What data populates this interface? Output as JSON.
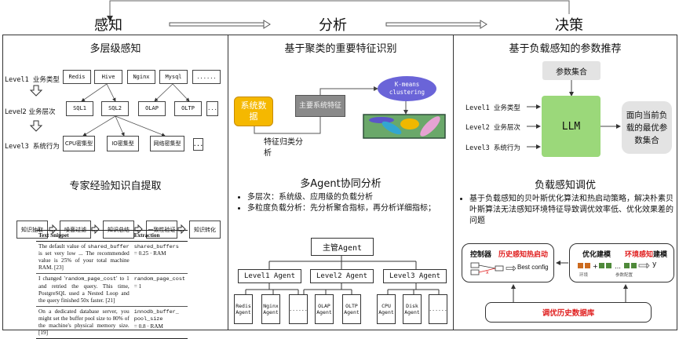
{
  "stages": {
    "perception": "感知",
    "analysis": "分析",
    "decision": "决策"
  },
  "left": {
    "multilevel": {
      "title": "多层级感知",
      "levels": [
        {
          "label": "Level1 业务类型",
          "items": [
            "Redis",
            "Hive",
            "Nginx",
            "Mysql",
            "......"
          ]
        },
        {
          "label": "Level2 业务层次",
          "items": [
            "SQL1",
            "SQL2",
            "OLAP",
            "OLTP",
            "..."
          ]
        },
        {
          "label": "Level3 系统行为",
          "items": [
            "CPU密集型",
            "IO密集型",
            "网络密集型",
            "..."
          ]
        }
      ]
    },
    "expert": {
      "title": "专家经验知识自提取",
      "pipeline": [
        "知识抽取",
        "噪音过滤",
        "知识总结",
        "一致性验证",
        "知识转化"
      ],
      "table": {
        "headers": [
          "Text Snippet",
          "Extraction"
        ],
        "rows": [
          {
            "snippet_pre": "The default value of ",
            "snippet_code": "shared_buffer",
            "snippet_post": " is set very low ... The recommended value is 25% of your total machine RAM. [23]",
            "extraction_code": "shared_buffers",
            "extraction_expr": "= 0.25 · RAM"
          },
          {
            "snippet_pre": "I changed '",
            "snippet_code": "random_page_cost",
            "snippet_post": "' to 1 and retried the query. This time, PostgreSQL used a Nested Loop and the query finished 50x faster. [21]",
            "extraction_code": "random_page_cost",
            "extraction_expr": "= 1"
          },
          {
            "snippet_pre": "On a dedicated database server, you might set the buffer pool size to 80% of the machine's physical memory size. [19]",
            "snippet_code": "",
            "snippet_post": "",
            "extraction_code": "innodb_buffer_ pool_size",
            "extraction_expr": "= 0.8 · RAM"
          }
        ]
      }
    }
  },
  "middle": {
    "clustering": {
      "title": "基于聚类的重要特征识别",
      "system_data": "系统数据",
      "main_features": "主要系统特征",
      "feature_analysis": "特征归类分析",
      "kmeans": "K-means clustering"
    },
    "multiagent": {
      "title": "多Agent协同分析",
      "bullets": [
        "多层次：系统级、应用级的负载分析",
        "多粒度负载分析：先分析聚合指标，再分析详细指标；"
      ],
      "manager": "主管Agent",
      "groups": [
        {
          "label": "Level1  Agent",
          "children": [
            "Redis Agent",
            "Nginx Agent",
            "......"
          ]
        },
        {
          "label": "Level2  Agent",
          "children": [
            "OLAP Agent",
            "OLTP Agent"
          ]
        },
        {
          "label": "Level3  Agent",
          "children": [
            "CPU Agent",
            "Disk Agent",
            "......"
          ]
        }
      ]
    }
  },
  "right": {
    "recommend": {
      "title": "基于负载感知的参数推荐",
      "param_set": "参数集合",
      "llm": "LLM",
      "inputs": [
        "Level1 业务类型",
        "Level2 业务层次",
        "Level3 系统行为"
      ],
      "output": "面向当前负载的最优参数集合"
    },
    "tuning": {
      "title": "负载感知调优",
      "bullets": [
        "基于负载感知的贝叶斯优化算法和热启动策略，解决朴素贝叶斯算法无法感知环境特征导致调优效率低、优化效果差的问题"
      ],
      "controller": "控制器",
      "warm_start": "历史感知热启动",
      "best_config": "Best config",
      "optimizer": "优化建模",
      "env_aware": "环境感知",
      "env_aware_suffix": "建模",
      "env_label": "环境",
      "param_label": "参数配置",
      "output_var": "y",
      "database": "调优历史数据库"
    }
  },
  "colors": {
    "system_data": "#f5b800",
    "main_features": "#8a8a8a",
    "kmeans": "#6a64d8",
    "cluster_bg": "#6aa86a",
    "llm": "#9bd87a",
    "gray_box": "#e3e3e3",
    "red": "#e02020",
    "env_cube": "#cc6a1e",
    "param_cube": "#4f8a3a"
  }
}
